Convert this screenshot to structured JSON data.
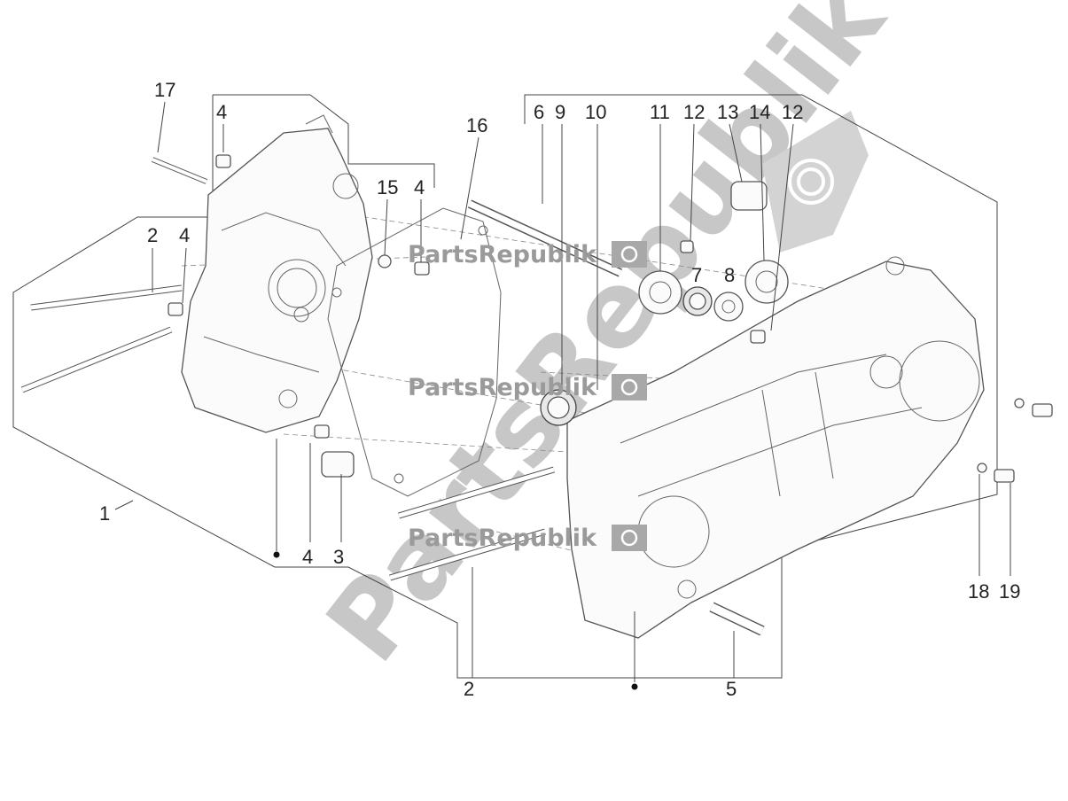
{
  "watermarks": {
    "small_text": "PartsRepublik",
    "large_text": "PartsRepublik",
    "logo_icon": "gear-icon"
  },
  "callouts": [
    {
      "id": "c1",
      "label": "1"
    },
    {
      "id": "c2a",
      "label": "2"
    },
    {
      "id": "c2b",
      "label": "2"
    },
    {
      "id": "c3",
      "label": "3"
    },
    {
      "id": "c4a",
      "label": "4"
    },
    {
      "id": "c4b",
      "label": "4"
    },
    {
      "id": "c4c",
      "label": "4"
    },
    {
      "id": "c4d",
      "label": "4"
    },
    {
      "id": "c5",
      "label": "5"
    },
    {
      "id": "c6",
      "label": "6"
    },
    {
      "id": "c7",
      "label": "7"
    },
    {
      "id": "c8",
      "label": "8"
    },
    {
      "id": "c9",
      "label": "9"
    },
    {
      "id": "c10",
      "label": "10"
    },
    {
      "id": "c11",
      "label": "11"
    },
    {
      "id": "c12a",
      "label": "12"
    },
    {
      "id": "c12b",
      "label": "12"
    },
    {
      "id": "c13",
      "label": "13"
    },
    {
      "id": "c14",
      "label": "14"
    },
    {
      "id": "c15",
      "label": "15"
    },
    {
      "id": "c16",
      "label": "16"
    },
    {
      "id": "c17",
      "label": "17"
    },
    {
      "id": "c18",
      "label": "18"
    },
    {
      "id": "c19",
      "label": "19"
    }
  ]
}
